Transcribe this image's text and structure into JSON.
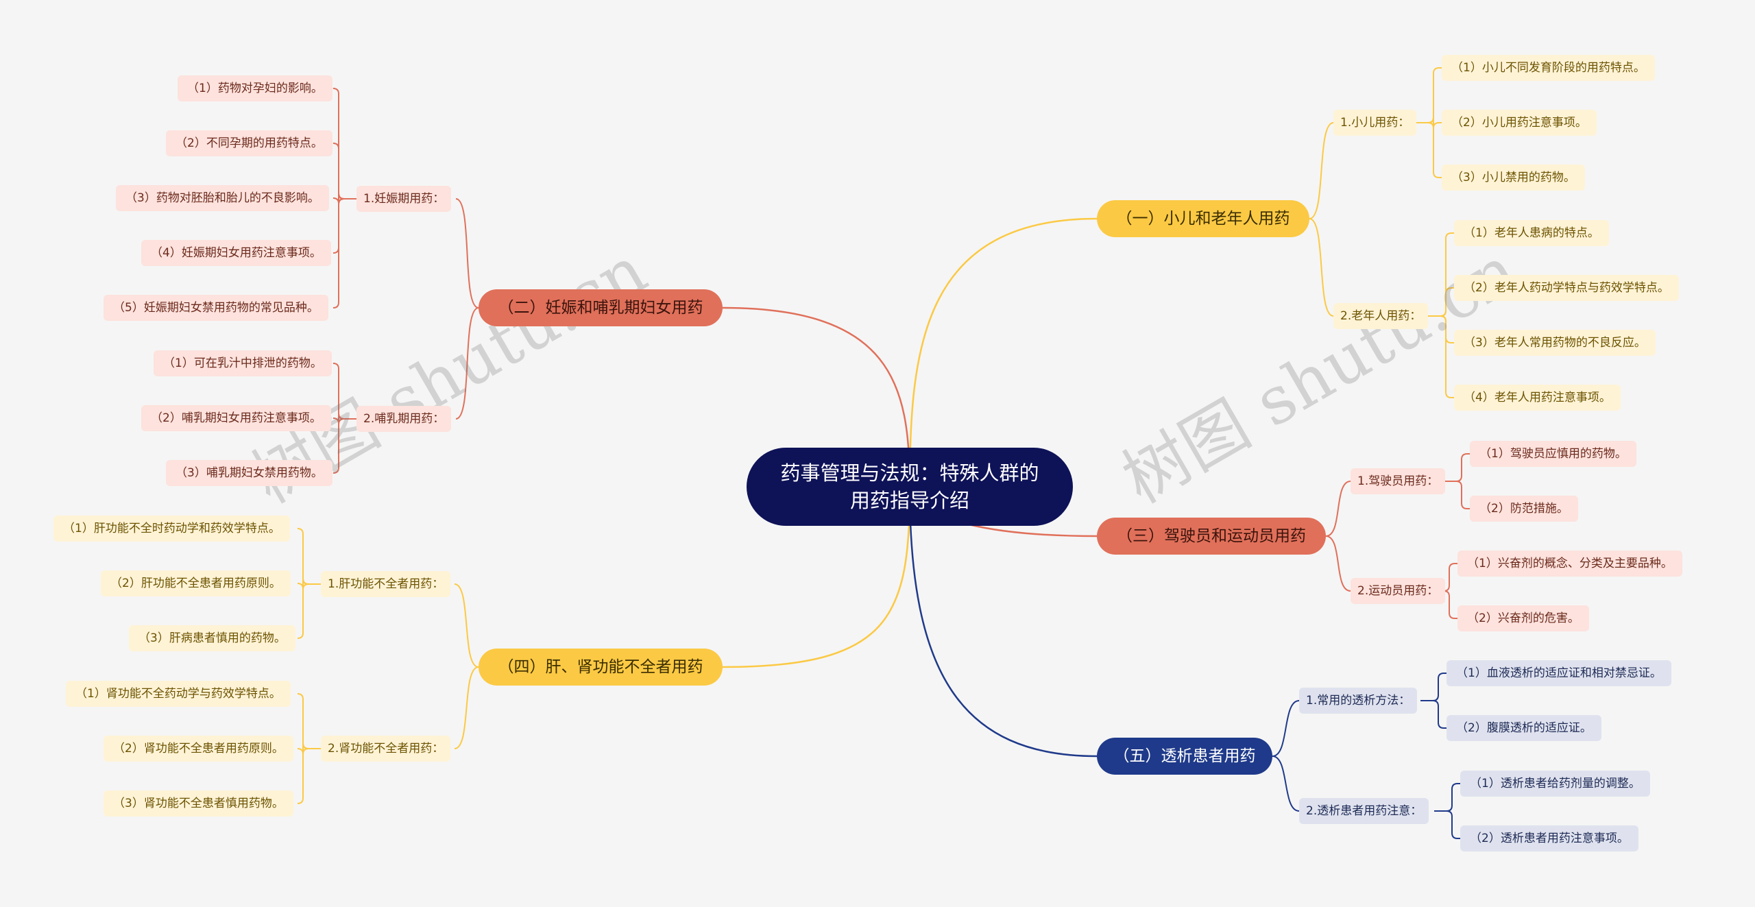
{
  "root": {
    "label": "药事管理与法规：特殊人群的用药指导介绍"
  },
  "watermark": "树图 shutu.cn",
  "branches": [
    {
      "label": "（一）小儿和老年人用药",
      "color": "#fbc944",
      "subs": [
        {
          "label": "1.小儿用药：",
          "leaves": [
            "（1）小儿不同发育阶段的用药特点。",
            "（2）小儿用药注意事项。",
            "（3）小儿禁用的药物。"
          ]
        },
        {
          "label": "2.老年人用药：",
          "leaves": [
            "（1）老年人患病的特点。",
            "（2）老年人药动学特点与药效学特点。",
            "（3）老年人常用药物的不良反应。",
            "（4）老年人用药注意事项。"
          ]
        }
      ]
    },
    {
      "label": "（二）妊娠和哺乳期妇女用药",
      "color": "#e0705a",
      "subs": [
        {
          "label": "1.妊娠期用药：",
          "leaves": [
            "（1）药物对孕妇的影响。",
            "（2）不同孕期的用药特点。",
            "（3）药物对胚胎和胎儿的不良影响。",
            "（4）妊娠期妇女用药注意事项。",
            "（5）妊娠期妇女禁用药物的常见品种。"
          ]
        },
        {
          "label": "2.哺乳期用药：",
          "leaves": [
            "（1）可在乳汁中排泄的药物。",
            "（2）哺乳期妇女用药注意事项。",
            "（3）哺乳期妇女禁用药物。"
          ]
        }
      ]
    },
    {
      "label": "（三）驾驶员和运动员用药",
      "color": "#e0705a",
      "subs": [
        {
          "label": "1.驾驶员用药：",
          "leaves": [
            "（1）驾驶员应慎用的药物。",
            "（2）防范措施。"
          ]
        },
        {
          "label": "2.运动员用药：",
          "leaves": [
            "（1）兴奋剂的概念、分类及主要品种。",
            "（2）兴奋剂的危害。"
          ]
        }
      ]
    },
    {
      "label": "（四）肝、肾功能不全者用药",
      "color": "#fbc944",
      "subs": [
        {
          "label": "1.肝功能不全者用药：",
          "leaves": [
            "（1）肝功能不全时药动学和药效学特点。",
            "（2）肝功能不全患者用药原则。",
            "（3）肝病患者慎用的药物。"
          ]
        },
        {
          "label": "2.肾功能不全者用药：",
          "leaves": [
            "（1）肾功能不全药动学与药效学特点。",
            "（2）肾功能不全患者用药原则。",
            "（3）肾功能不全患者慎用药物。"
          ]
        }
      ]
    },
    {
      "label": "（五）透析患者用药",
      "color": "#1f3a8a",
      "subs": [
        {
          "label": "1.常用的透析方法：",
          "leaves": [
            "（1）血液透析的适应证和相对禁忌证。",
            "（2）腹膜透析的适应证。"
          ]
        },
        {
          "label": "2.透析患者用药注意：",
          "leaves": [
            "（1）透析患者给药剂量的调整。",
            "（2）透析患者用药注意事项。"
          ]
        }
      ]
    }
  ]
}
